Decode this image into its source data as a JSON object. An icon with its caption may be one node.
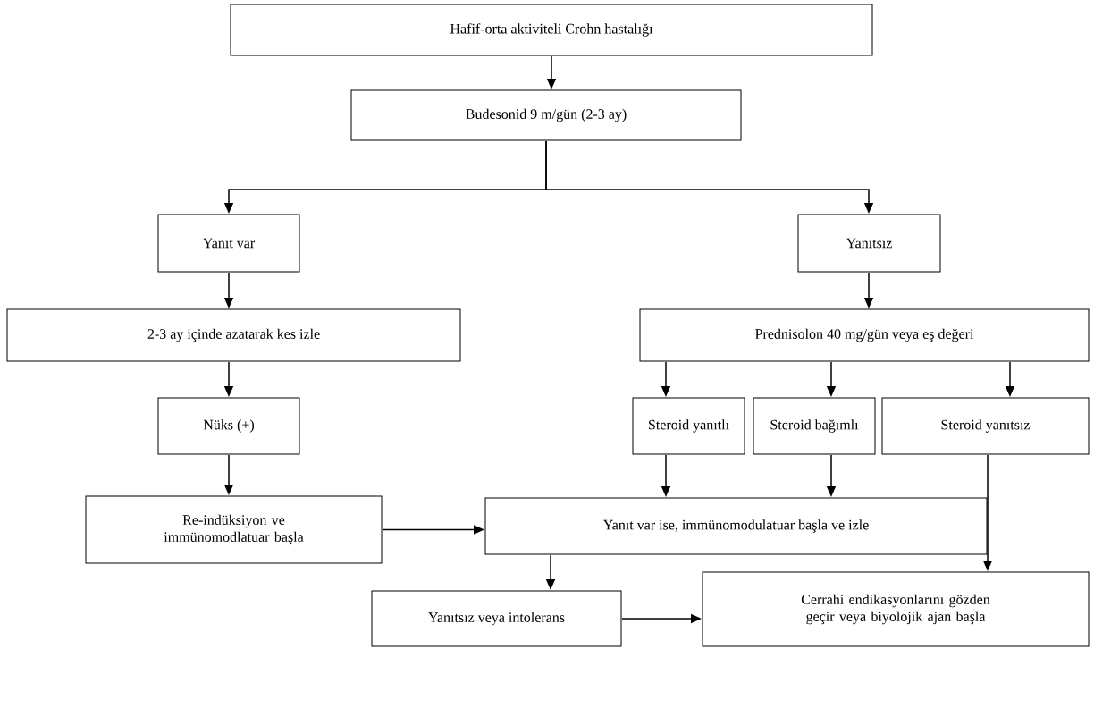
{
  "diagram": {
    "nodes": [
      {
        "text": [
          "Hafif-orta aktiviteli Crohn hastalığı"
        ]
      },
      {
        "text": [
          "Budesonid 9 m/gün (2-3 ay)"
        ]
      },
      {
        "text": [
          "Yanıt var"
        ]
      },
      {
        "text": [
          "Yanıtsız"
        ]
      },
      {
        "text": [
          "2-3 ay içinde azatarak kes izle"
        ]
      },
      {
        "text": [
          "Prednisolon 40 mg/gün veya eş değeri"
        ]
      },
      {
        "text": [
          "Nüks (+)"
        ]
      },
      {
        "text": [
          "Steroid yanıtlı"
        ]
      },
      {
        "text": [
          "Steroid bağımlı"
        ]
      },
      {
        "text": [
          "Steroid yanıtsız"
        ]
      },
      {
        "text": [
          "Re-indüksiyon ve immünomodlatuar başla"
        ]
      },
      {
        "text": [
          "Yanıt var ise, immünomodulatuar başla ve izle"
        ]
      },
      {
        "text": [
          "Yanıtsız veya intolerans"
        ]
      },
      {
        "text": [
          "Cerrahi endikasyonlarını gözden geçir veya biyolojik ajan başla"
        ]
      }
    ],
    "edges": [
      {
        "from": 0,
        "to": 1,
        "arrow": "to"
      },
      {
        "from": 1,
        "to": 2,
        "arrow": "to"
      },
      {
        "from": 1,
        "to": 3,
        "arrow": "to"
      },
      {
        "from": 2,
        "to": 4,
        "arrow": "to"
      },
      {
        "from": 3,
        "to": 5,
        "arrow": "to"
      },
      {
        "from": 4,
        "to": 6,
        "arrow": "to"
      },
      {
        "from": 5,
        "to": 7,
        "arrow": "to"
      },
      {
        "from": 5,
        "to": 8,
        "arrow": "to"
      },
      {
        "from": 5,
        "to": 9,
        "arrow": "to"
      },
      {
        "from": 6,
        "to": 10,
        "arrow": "to"
      },
      {
        "from": 7,
        "to": 11,
        "arrow": "to"
      },
      {
        "from": 8,
        "to": 11,
        "arrow": "to"
      },
      {
        "from": 10,
        "to": 11,
        "arrow": "to"
      },
      {
        "from": 9,
        "to": 13,
        "arrow": "to"
      },
      {
        "from": 11,
        "to": 12,
        "arrow": "to"
      },
      {
        "from": 12,
        "to": 13,
        "arrow": "to"
      }
    ]
  }
}
